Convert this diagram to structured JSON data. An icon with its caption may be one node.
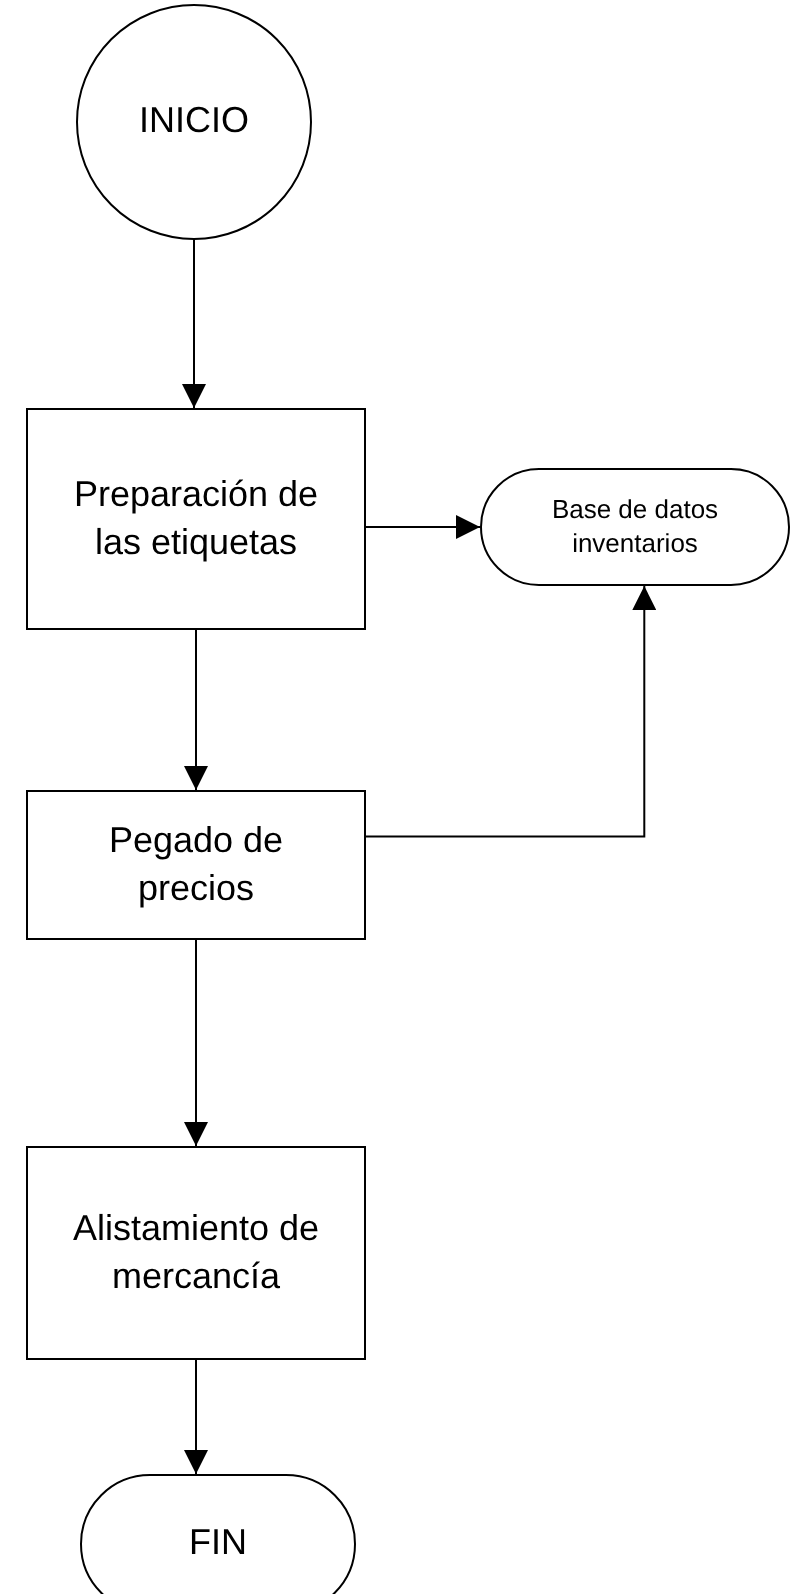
{
  "diagram": {
    "nodes": [
      {
        "text": [
          "INICIO"
        ]
      },
      {
        "text": [
          "Preparación de las etiquetas"
        ]
      },
      {
        "text": [
          "Base de datos inventarios"
        ]
      },
      {
        "text": [
          "Pegado de precios"
        ]
      },
      {
        "text": [
          "Alistamiento de mercancía"
        ]
      },
      {
        "text": [
          "FIN"
        ]
      }
    ],
    "edges": [
      {
        "from": 0,
        "to": 1,
        "arrow": "to"
      },
      {
        "from": 1,
        "to": 2,
        "arrow": "to"
      },
      {
        "from": 1,
        "to": 3,
        "arrow": "to"
      },
      {
        "from": 3,
        "to": 2,
        "arrow": "to"
      },
      {
        "from": 3,
        "to": 4,
        "arrow": "to"
      },
      {
        "from": 4,
        "to": 5,
        "arrow": "to"
      }
    ]
  }
}
